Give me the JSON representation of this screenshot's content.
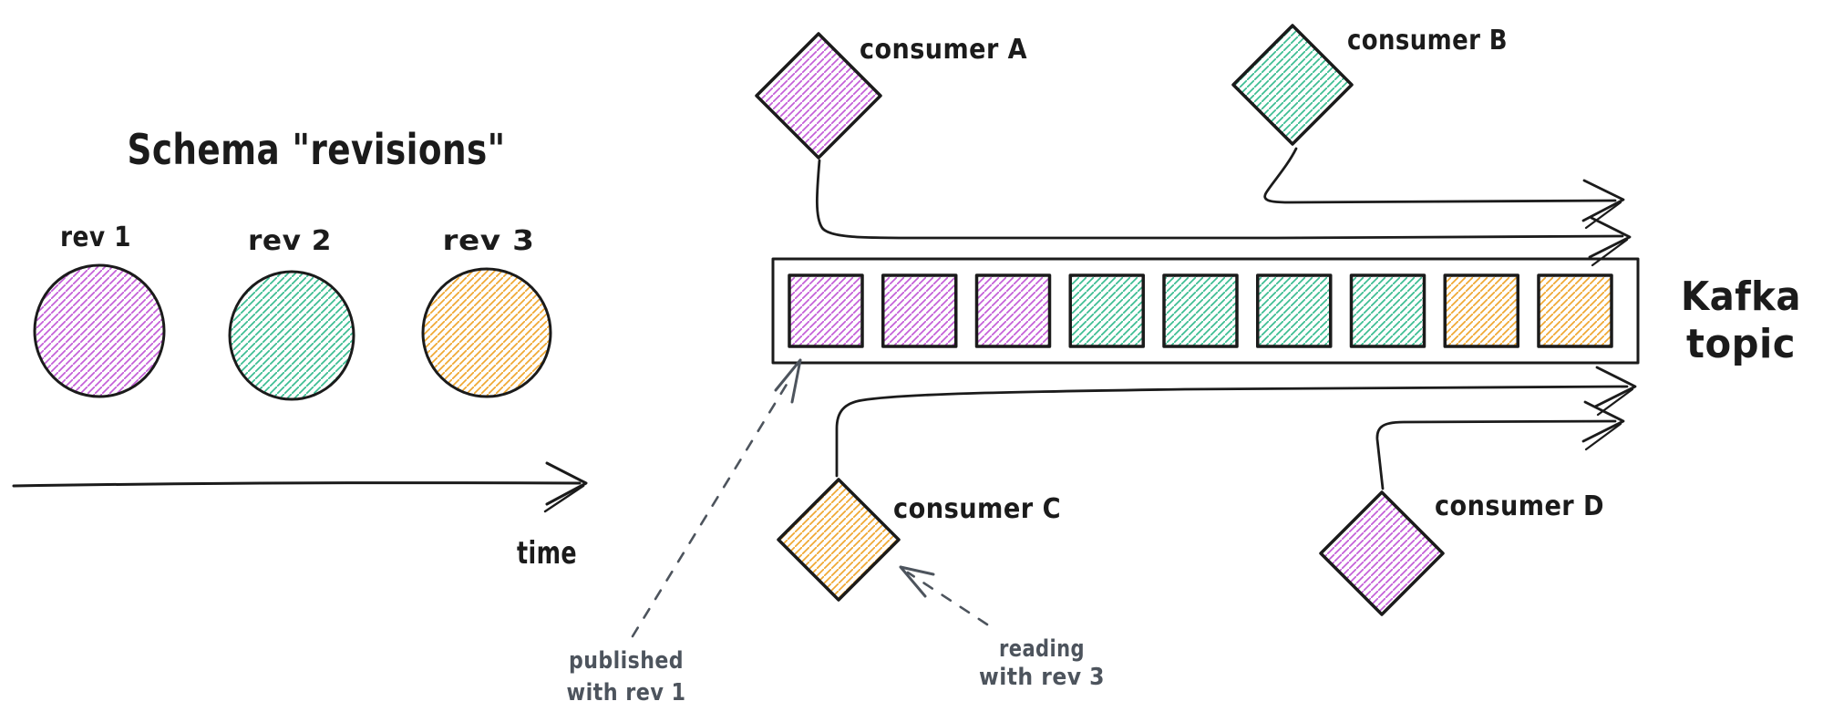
{
  "diagram": {
    "title": "Schema \"revisions\"",
    "time_axis_label": "time",
    "revisions": [
      {
        "label": "rev 1",
        "color_name": "purple"
      },
      {
        "label": "rev 2",
        "color_name": "teal"
      },
      {
        "label": "rev 3",
        "color_name": "yellow"
      }
    ],
    "kafka_topic": {
      "label_line1": "Kafka",
      "label_line2": "topic",
      "messages": [
        "purple",
        "purple",
        "purple",
        "teal",
        "teal",
        "teal",
        "teal",
        "yellow",
        "yellow"
      ]
    },
    "consumers": [
      {
        "label": "consumer A",
        "color_name": "purple"
      },
      {
        "label": "consumer B",
        "color_name": "teal"
      },
      {
        "label": "consumer C",
        "color_name": "yellow"
      },
      {
        "label": "consumer D",
        "color_name": "purple"
      }
    ],
    "annotations": {
      "published": {
        "line1": "published",
        "line2": "with rev 1"
      },
      "reading": {
        "line1": "reading",
        "line2": "with rev 3"
      }
    },
    "palette": {
      "purple": "#c45fd8",
      "teal": "#3cbd92",
      "yellow": "#f0a832",
      "ink": "#1b1b1b",
      "annotation_gray": "#4d545d"
    }
  }
}
